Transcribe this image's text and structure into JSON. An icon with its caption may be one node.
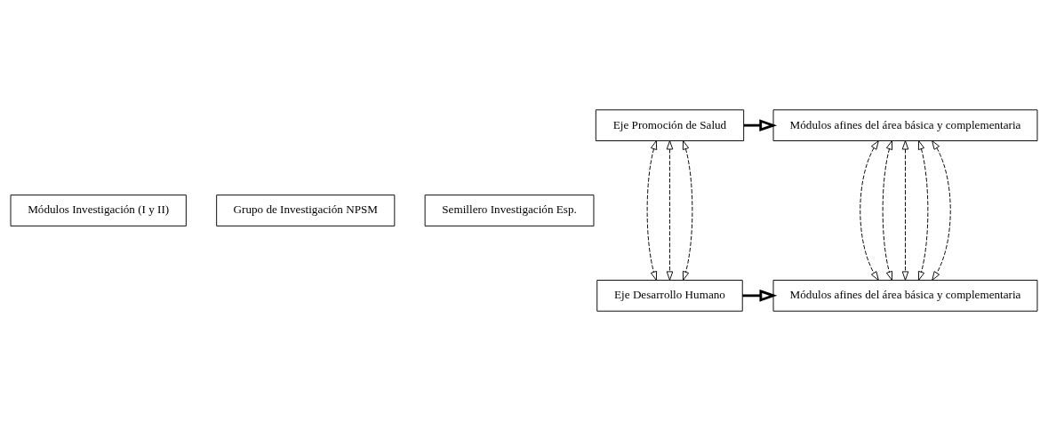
{
  "diagram": {
    "nodes": [
      {
        "text": [
          "Eje Promoción de Salud"
        ]
      },
      {
        "text": [
          "Módulos afines del área básica y complementaria"
        ]
      },
      {
        "text": [
          "Módulos Investigación (I y II)"
        ]
      },
      {
        "text": [
          "Grupo de Investigación NPSM"
        ]
      },
      {
        "text": [
          "Semillero Investigación Esp."
        ]
      },
      {
        "text": [
          "Eje Desarrollo Humano"
        ]
      },
      {
        "text": [
          "Módulos afines del área básica y complementaria"
        ]
      }
    ],
    "edges": [
      {
        "from": 0,
        "to": 1,
        "arrow": "to",
        "style": "thick"
      },
      {
        "from": 0,
        "to": 5,
        "arrow": "both",
        "style": "dashed"
      },
      {
        "from": 0,
        "to": 5,
        "arrow": "both",
        "style": "dashed"
      },
      {
        "from": 0,
        "to": 5,
        "arrow": "both",
        "style": "dashed"
      },
      {
        "from": 1,
        "to": 6,
        "arrow": "both",
        "style": "dashed"
      },
      {
        "from": 1,
        "to": 6,
        "arrow": "both",
        "style": "dashed"
      },
      {
        "from": 1,
        "to": 6,
        "arrow": "both",
        "style": "dashed"
      },
      {
        "from": 1,
        "to": 6,
        "arrow": "both",
        "style": "dashed"
      },
      {
        "from": 1,
        "to": 6,
        "arrow": "both",
        "style": "dashed"
      },
      {
        "from": 5,
        "to": 6,
        "arrow": "to",
        "style": "thick"
      }
    ]
  }
}
